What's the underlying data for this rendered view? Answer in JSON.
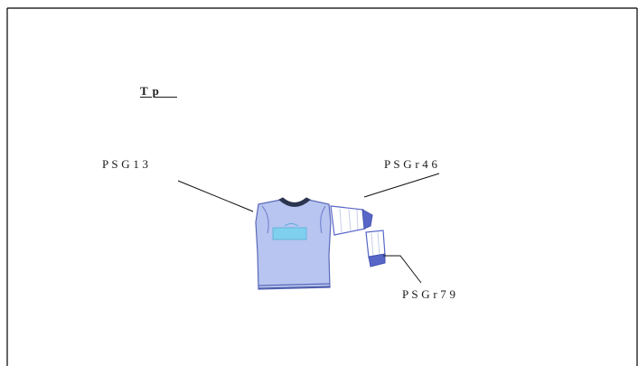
{
  "diagram": {
    "title": "T p",
    "callouts": [
      {
        "id": "left",
        "label": "P S G 1 3"
      },
      {
        "id": "right",
        "label": "P S G r 4 6"
      },
      {
        "id": "bottom",
        "label": "P S G r 7 9"
      }
    ]
  },
  "colors": {
    "frame": "#000000",
    "leader": "#111111",
    "body_fill": "#b7c5f0",
    "body_stroke": "#5a68b8",
    "collar": "#2c3550",
    "chest_print": "#7fd0ee",
    "sleeve_fill": "#ffffff",
    "cuff": "#5866c8"
  }
}
